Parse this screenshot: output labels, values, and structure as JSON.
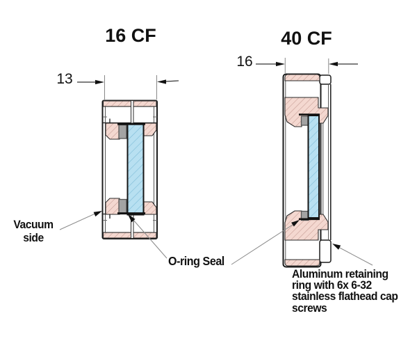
{
  "figures": [
    {
      "id": "16cf",
      "title": "16 CF",
      "dimension_label": "13"
    },
    {
      "id": "40cf",
      "title": "40 CF",
      "dimension_label": "16"
    }
  ],
  "annotations": {
    "vacuum_side": {
      "lines": [
        "Vacuum",
        "side"
      ]
    },
    "oring_seal": {
      "text": "O-ring Seal"
    },
    "aluminum_note": {
      "lines": [
        "Aluminum retaining",
        "ring with 6x 6-32",
        "stainless flathead cap",
        "screws"
      ]
    }
  },
  "colors": {
    "outline": "#1c1c1c",
    "metal_fill": "#f4d8d0",
    "metal_hatch": "#c49a92",
    "glass_fill": "#b8e0f1",
    "glass_hatch": "#82bed9",
    "oring_fill": "#a3a3a3",
    "oring_stroke": "#565656",
    "leader": "#8a8a8a",
    "text": "#111111"
  }
}
